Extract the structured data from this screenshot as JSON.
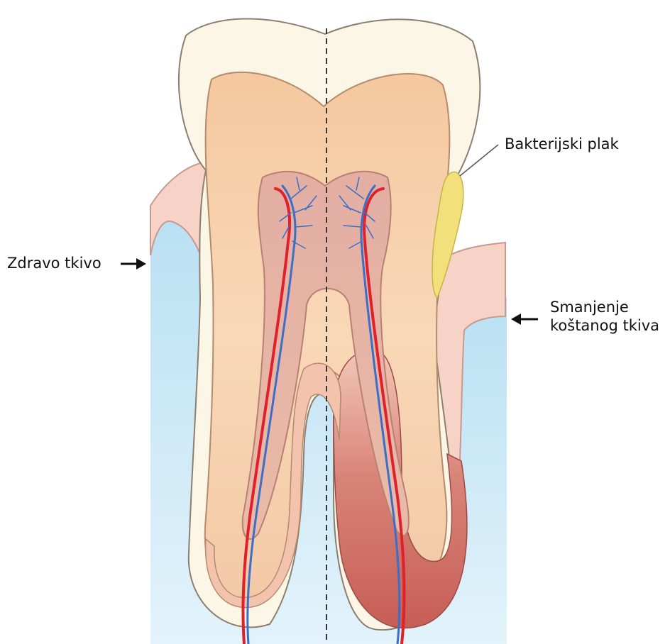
{
  "labels": {
    "healthy_tissue": "Zdravo tkivo",
    "bacterial_plaque": "Bakterijski plak",
    "bone_loss_line1": "Smanjenje",
    "bone_loss_line2": "koštanog tkiva"
  },
  "colors": {
    "bone_fluid": "#bfe3f4",
    "gum": "#f6d3c6",
    "gum_outline": "#c79a8d",
    "enamel": "#fbf6e6",
    "dentin": "#f4c9a2",
    "pulp": "#dba092",
    "inflamed_gum": "#c9645c",
    "plaque": "#f2e07a",
    "artery": "#e0202a",
    "vein": "#3b6fc7",
    "arrow": "#111111"
  }
}
